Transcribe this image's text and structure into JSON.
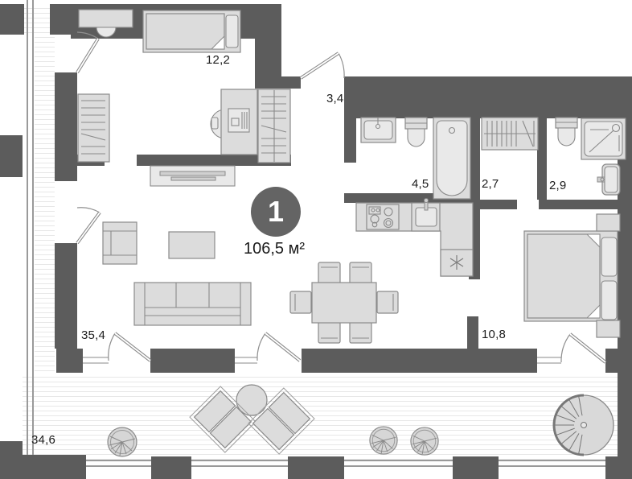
{
  "plan": {
    "unit_number": "1",
    "total_area": "106,5 м²",
    "rooms": [
      {
        "name": "bedroom-upper",
        "area": "12,2"
      },
      {
        "name": "hallway",
        "area": "3,4"
      },
      {
        "name": "bathroom",
        "area": "4,5"
      },
      {
        "name": "closet",
        "area": "2,7"
      },
      {
        "name": "shower-room",
        "area": "2,9"
      },
      {
        "name": "living-kitchen",
        "area": "35,4"
      },
      {
        "name": "bedroom",
        "area": "10,8"
      },
      {
        "name": "terrace",
        "area": "34,6"
      }
    ],
    "furniture": [
      "single-bed",
      "dressing-table",
      "wardrobe",
      "desk-with-computer",
      "desk-chair",
      "tv-stand",
      "armchair",
      "coffee-table",
      "sofa",
      "dining-table",
      "dining-chairs",
      "kitchen-counter",
      "stove",
      "kitchen-sink",
      "refrigerator",
      "wash-basin",
      "toilet",
      "bathtub",
      "hanger-rail",
      "shower-cabin",
      "double-bed",
      "nightstands",
      "lounge-chairs",
      "round-table",
      "plants",
      "spiral-staircase"
    ],
    "colors": {
      "wall": "#5c5c5c",
      "ink": "#1c1c1c",
      "badge": "#646464",
      "furn_fill": "#dcdcdc",
      "furn_stroke": "#8a8a8a",
      "hatch": "#e7e7e7",
      "rail": "#9a9a9a"
    }
  }
}
